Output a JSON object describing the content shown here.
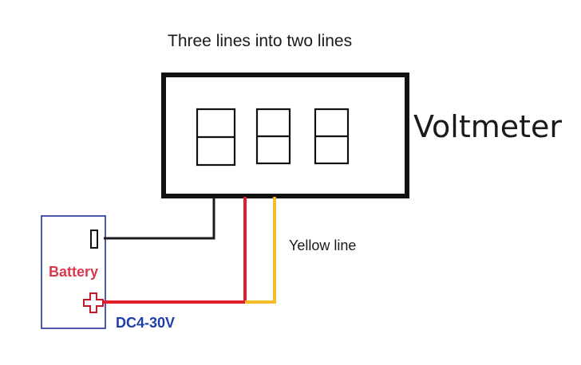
{
  "title": "Three lines into two lines",
  "device_label": "Voltmeter",
  "wire_label": "Yellow line",
  "battery_label": "Battery",
  "voltage_range": "DC4-30V",
  "colors": {
    "frame": "#111111",
    "black_wire": "#1b1b1b",
    "red_wire": "#e0202a",
    "yellow_wire": "#f6bd2b",
    "battery_border": "#1f2f9a",
    "battery_text": "#d83a4d",
    "range_text": "#1f3fa8"
  },
  "icons": {
    "negative_terminal": "minus-terminal-icon",
    "positive_terminal": "plus-terminal-icon"
  }
}
